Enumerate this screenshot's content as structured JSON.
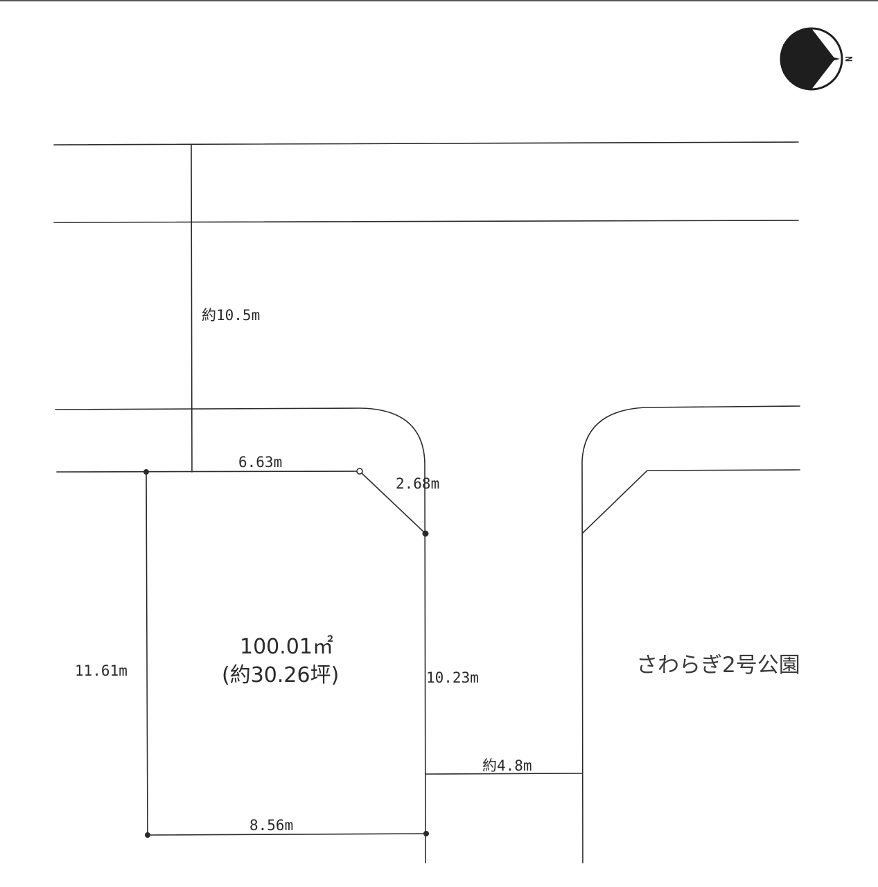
{
  "labels": {
    "road_width": "約10.5m",
    "north_edge": "6.63m",
    "corner_cut": "2.68m",
    "west_edge": "11.61m",
    "east_edge": "10.23m",
    "south_edge": "8.56m",
    "passage_width": "約4.8m",
    "area_sqm": "100.01㎡",
    "area_tsubo": "(約30.26坪)",
    "park_name": "さわらぎ2号公園"
  },
  "compass": {
    "letter": "N",
    "icon": "north-arrow-icon"
  }
}
